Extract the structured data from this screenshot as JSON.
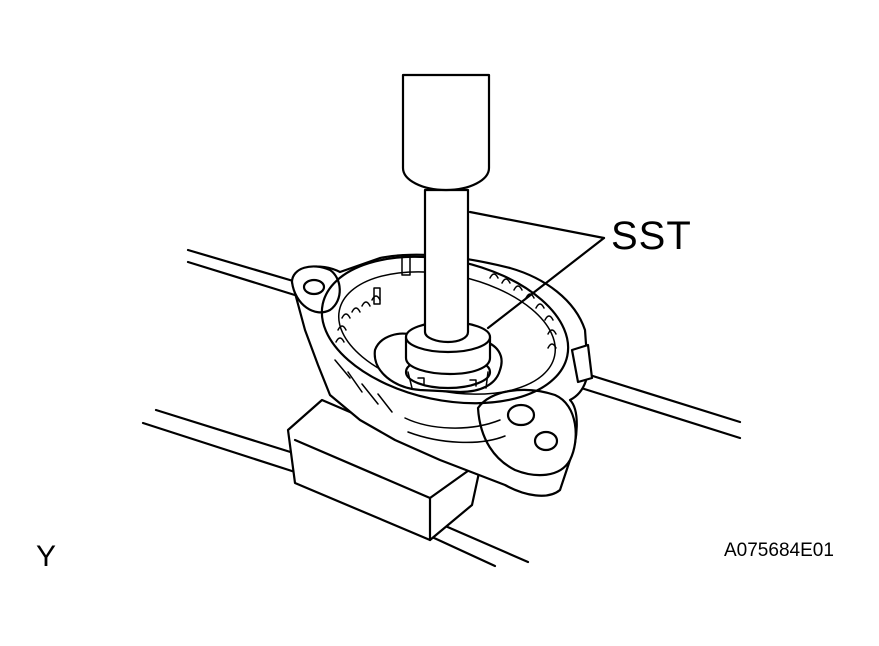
{
  "labels": {
    "callout": "SST",
    "corner_mark": "Y",
    "figure_code": "A075684E01"
  },
  "colors": {
    "line": "#000000",
    "background": "#ffffff"
  }
}
